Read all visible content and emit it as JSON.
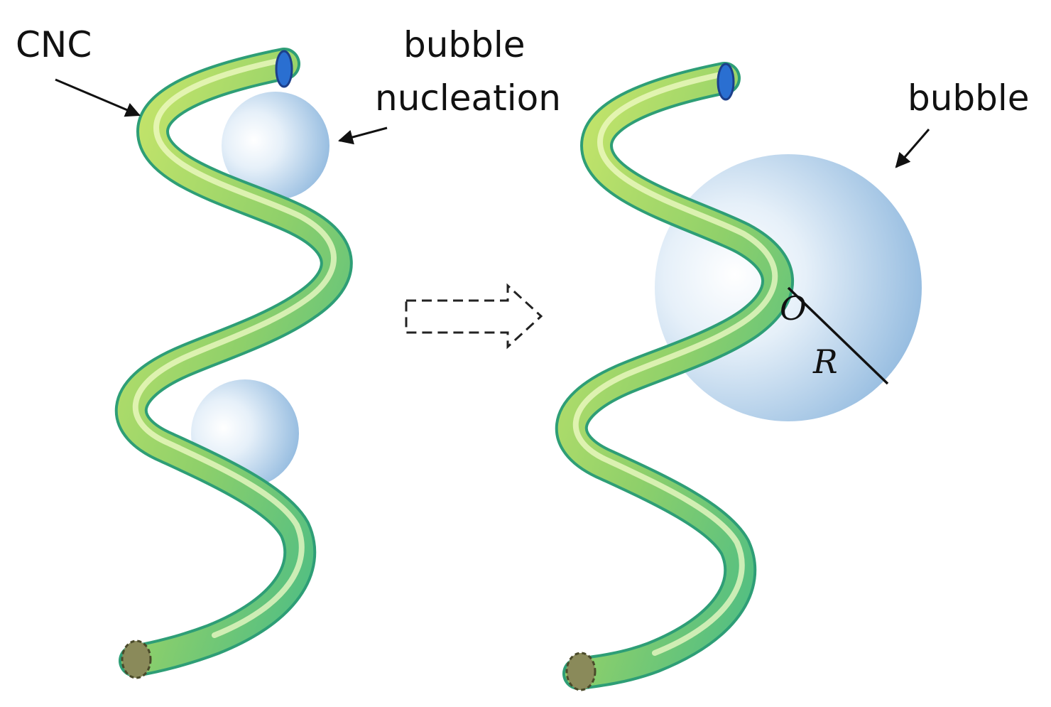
{
  "labels": {
    "cnc": "CNC",
    "bubble_nucleation_line1": "bubble",
    "bubble_nucleation_line2": "nucleation",
    "bubble": "bubble",
    "center": "O",
    "radius": "R"
  },
  "colors": {
    "helix_light": "#c9e66a",
    "helix_mid": "#8fd06a",
    "helix_dark": "#3fb98a",
    "bubble_light": "#ffffff",
    "bubble_dark": "#8fb8de",
    "end_cap_top": "#2a6fd1",
    "end_cap_bottom": "#8a8a5a",
    "arrow_stroke": "#222222"
  },
  "icons": {
    "process_arrow": "dashed-right-arrow-icon"
  }
}
